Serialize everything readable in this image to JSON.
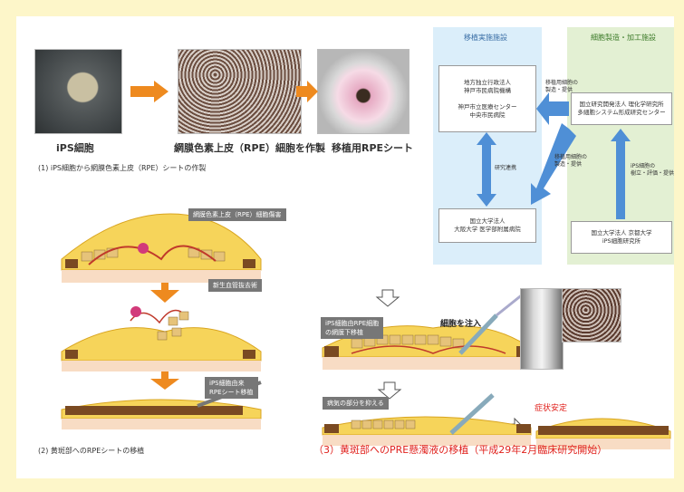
{
  "photos": {
    "ips_label": "iPS細胞",
    "rpe_label": "網膜色素上皮（RPE）細胞を作製",
    "sheet_label": "移植用RPEシート"
  },
  "section1_title": "(1) iPS細胞から網膜色素上皮（RPE）シートの作製",
  "section2": {
    "title": "(2) 黄斑部へのRPEシートの移植",
    "label_damage": "網膜色素上皮（RPE）細胞傷害",
    "label_remove": "新生血管抜去術",
    "label_transplant": "iPS細胞由来\nRPEシート移植"
  },
  "section3": {
    "title": "（3）黄斑部へのPRE懸濁液の移植（平成29年2月臨床研究開始）",
    "label_under": "iPS細胞由RPE細胞\nの網膜下移植",
    "label_inject": "細胞を注入",
    "label_suppress": "病気の部分を抑える",
    "label_stable": "症状安定"
  },
  "org": {
    "left_header": "移植実施施設",
    "right_header": "細胞製造・加工施設",
    "box_kobe": "地方独立行政法人\n神戸市民病院機構\n\n神戸市立医療センター\n中央市民病院",
    "box_osaka": "国立大学法人\n大阪大学 医学部附属病院",
    "box_riken": "国立研究開発法人 理化学研究所\n多細胞システム形成研究センター",
    "box_kyoto": "国立大学法人 京都大学\niPS細胞研究所",
    "arrow_top": "移植用細胞の\n製造・提供",
    "arrow_diag": "移植用細胞の\n製造・提供",
    "arrow_vert_left": "研究連携",
    "arrow_vert_right": "iPS細胞の\n樹立・評価・提供"
  }
}
